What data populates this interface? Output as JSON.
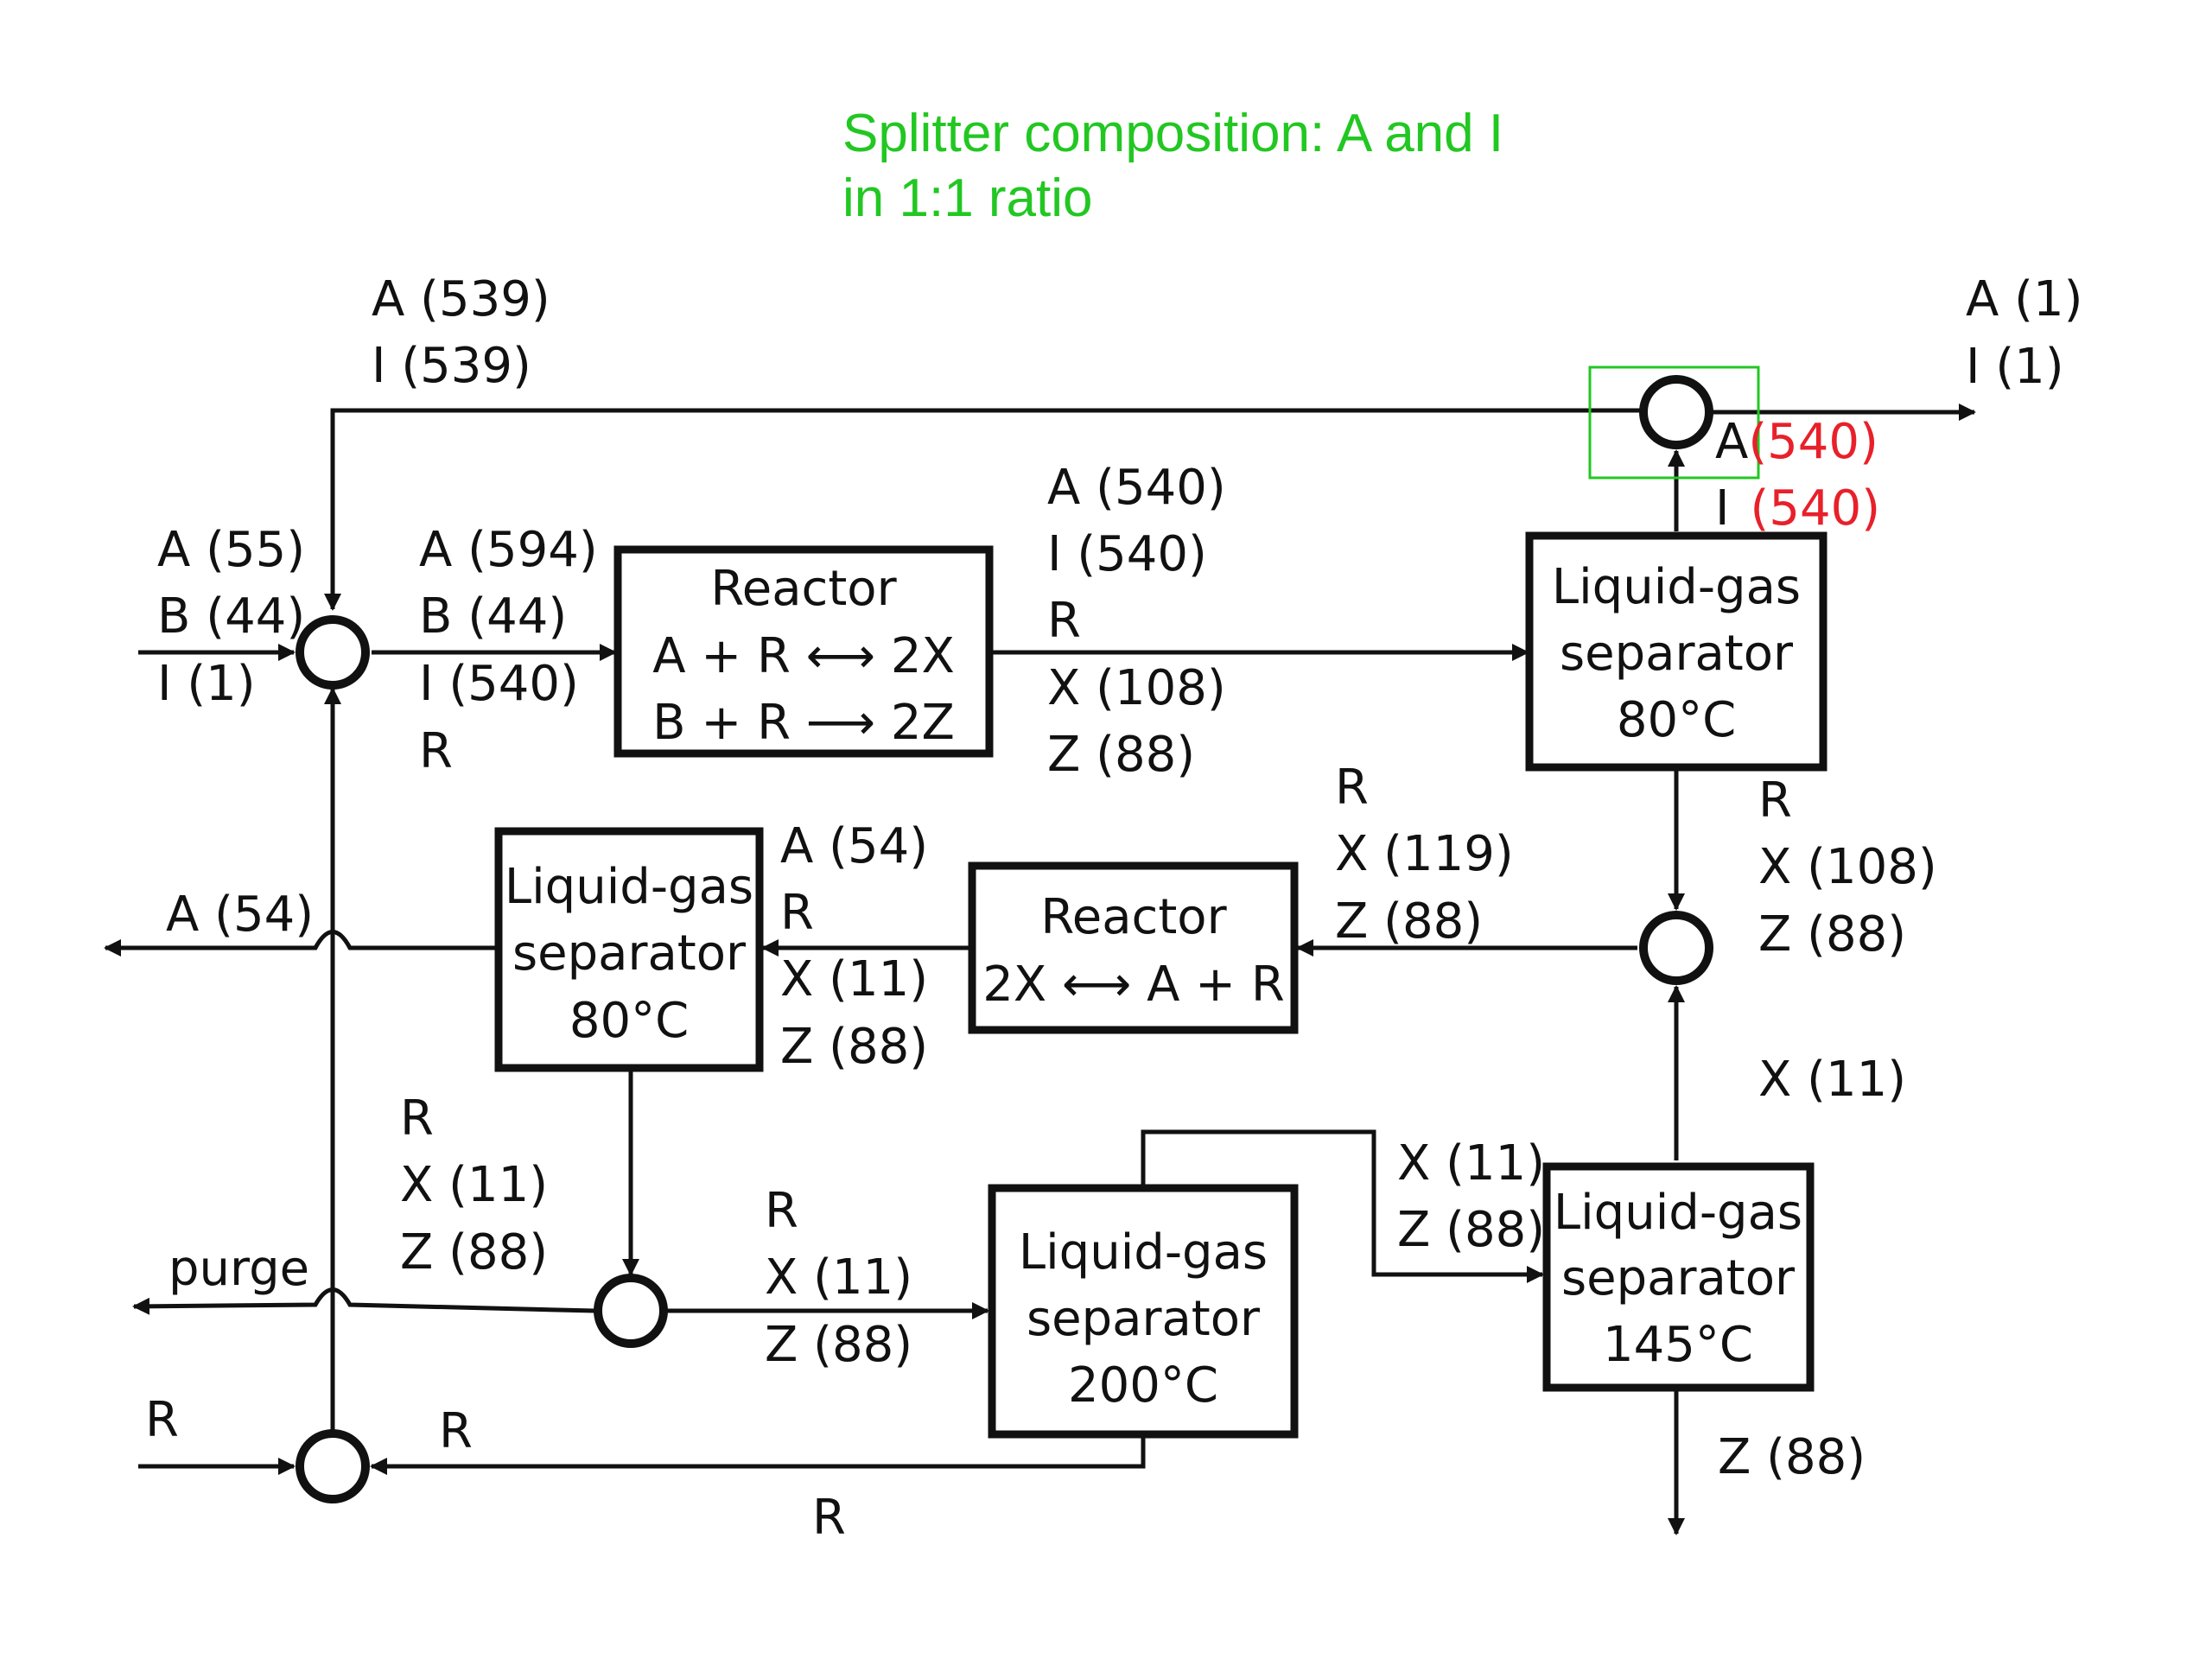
{
  "note": {
    "line1": "Splitter composition: A and I",
    "line2": "in 1:1 ratio",
    "color": "#22c722"
  },
  "highlight_color": "#e8202a",
  "units": {
    "reactor1": {
      "title": "Reactor",
      "rxn1": "A + R ⟷ 2X",
      "rxn2": "B + R ⟶ 2Z"
    },
    "separator_top": {
      "line1": "Liquid-gas",
      "line2": "separator",
      "temp": "80°C"
    },
    "reactor2": {
      "title": "Reactor",
      "rxn": "2X ⟷ A + R"
    },
    "separator_mid": {
      "line1": "Liquid-gas",
      "line2": "separator",
      "temp": "80°C"
    },
    "separator_200": {
      "line1": "Liquid-gas",
      "line2": "separator",
      "temp": "200°C"
    },
    "separator_145": {
      "line1": "Liquid-gas",
      "line2": "separator",
      "temp": "145°C"
    }
  },
  "streams": {
    "recycle_top": [
      "A  (539)",
      "I   (539)"
    ],
    "fresh_feed": [
      "A (55)",
      "B (44)",
      "I (1)"
    ],
    "reactor_feed": [
      "A  (594)",
      "B  (44)",
      "I   (540)",
      "R"
    ],
    "reactor_out": [
      "A  (540)",
      "I   (540)",
      "R",
      "X  (108)",
      "Z  (88)"
    ],
    "vent_out": [
      "A (1)",
      "I (1)"
    ],
    "gas_to_splitter": [
      {
        "name": "A",
        "value": "(540)"
      },
      {
        "name": "I",
        "value": "(540)"
      }
    ],
    "sep_top_liquid": [
      "R",
      "X (108)",
      "Z (88)"
    ],
    "reactor2_feed": [
      "R",
      "X (119)",
      "Z (88)"
    ],
    "reactor2_out": [
      "A (54)",
      "R",
      "X (11)",
      "Z (88)"
    ],
    "product_a": "A (54)",
    "sep_mid_liquid": [
      "R",
      "X (11)",
      "Z (88)"
    ],
    "purge": "purge",
    "sep200_feed": [
      "R",
      "X  (11)",
      "Z  (88)"
    ],
    "sep200_to_sep145": [
      "X (11)",
      "Z (88)"
    ],
    "sep145_gas": "X (11)",
    "product_z": "Z (88)",
    "fresh_r": "R",
    "r_recycle_upper": "R",
    "r_recycle_lower": "R"
  }
}
